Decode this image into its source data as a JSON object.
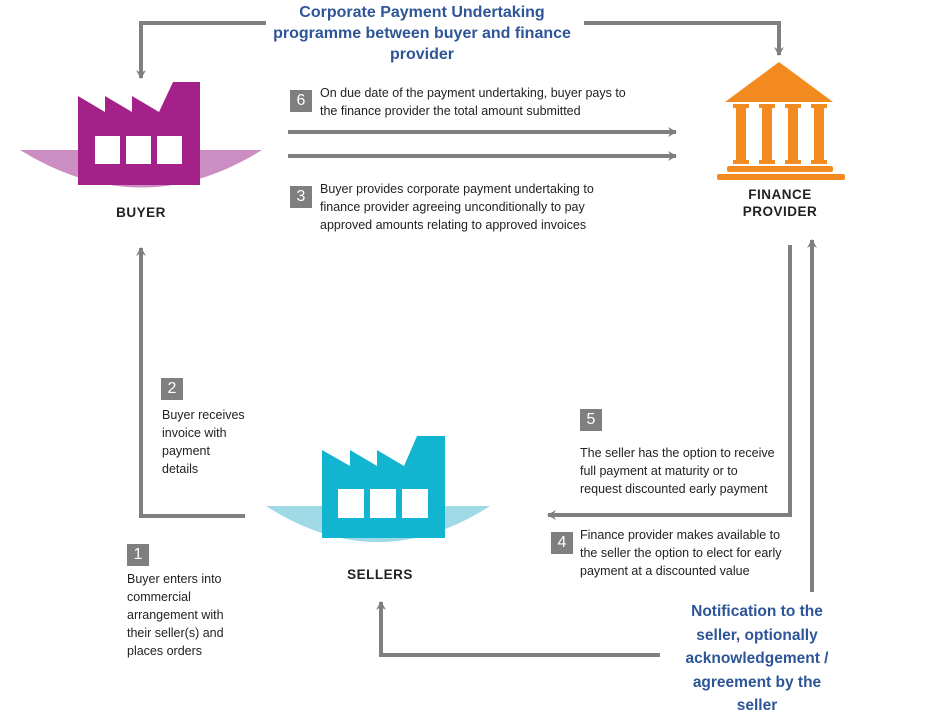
{
  "title": "Corporate Payment Undertaking programme between buyer and finance provider",
  "title_lines": [
    "Corporate Payment Undertaking",
    "programme between buyer and finance",
    "provider"
  ],
  "colors": {
    "arrow": "#7f7f7f",
    "buyer": "#a5218a",
    "buyer_base": "#cc8ec2",
    "seller": "#12b5cf",
    "seller_base": "#9fd9e6",
    "finance": "#f28a20",
    "title_text": "#2e5597"
  },
  "nodes": {
    "buyer": {
      "label": "BUYER",
      "icon": "factory-icon"
    },
    "sellers": {
      "label": "SELLERS",
      "icon": "factory-icon"
    },
    "finance": {
      "label_lines": [
        "FINANCE",
        "PROVIDER"
      ],
      "icon": "bank-building-icon"
    }
  },
  "steps": [
    {
      "number": "1",
      "lines": [
        "Buyer enters into",
        "commercial",
        "arrangement with",
        "their seller(s) and",
        "places orders"
      ]
    },
    {
      "number": "2",
      "lines": [
        "Buyer receives",
        "invoice with",
        "payment",
        "details"
      ]
    },
    {
      "number": "3",
      "lines": [
        "Buyer provides corporate payment undertaking to",
        "finance provider agreeing unconditionally to pay",
        "approved amounts relating to approved invoices"
      ]
    },
    {
      "number": "4",
      "lines": [
        "Finance provider makes available to",
        "the seller the option to elect for early",
        "payment at a discounted value"
      ]
    },
    {
      "number": "5",
      "lines": [
        "The seller has the option to receive",
        "full payment at maturity or to",
        "request discounted early payment"
      ]
    },
    {
      "number": "6",
      "lines": [
        "On due date of the payment undertaking, buyer pays to",
        "the finance provider the total amount submitted"
      ]
    }
  ],
  "notification": {
    "lines": [
      "Notification to the",
      "seller, optionally",
      "acknowledgement /",
      "agreement by the",
      "seller"
    ]
  }
}
